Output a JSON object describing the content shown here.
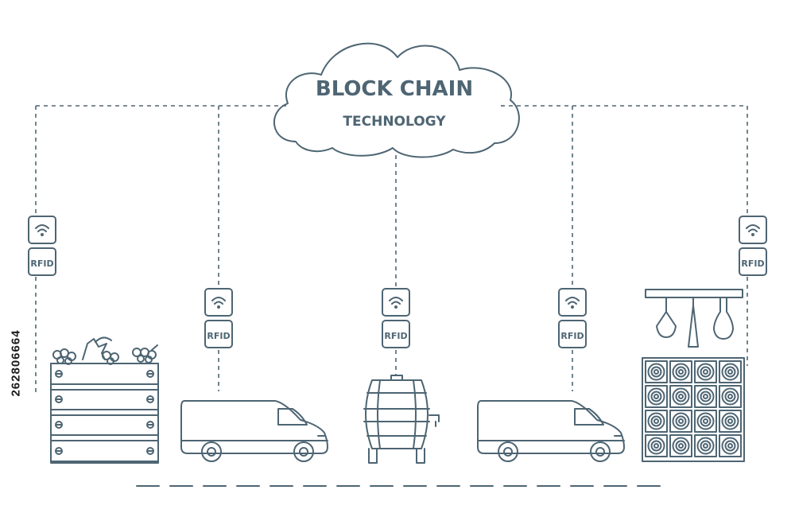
{
  "cloud": {
    "title": "BLOCK CHAIN",
    "subtitle": "TECHNOLOGY"
  },
  "rfid_label": "RFID",
  "nodes": [
    "grape-crate",
    "delivery-van",
    "wine-barrel",
    "delivery-van",
    "wine-rack"
  ],
  "stock_id": "262806664",
  "colors": {
    "line": "#4e6573",
    "background": "#ffffff"
  }
}
